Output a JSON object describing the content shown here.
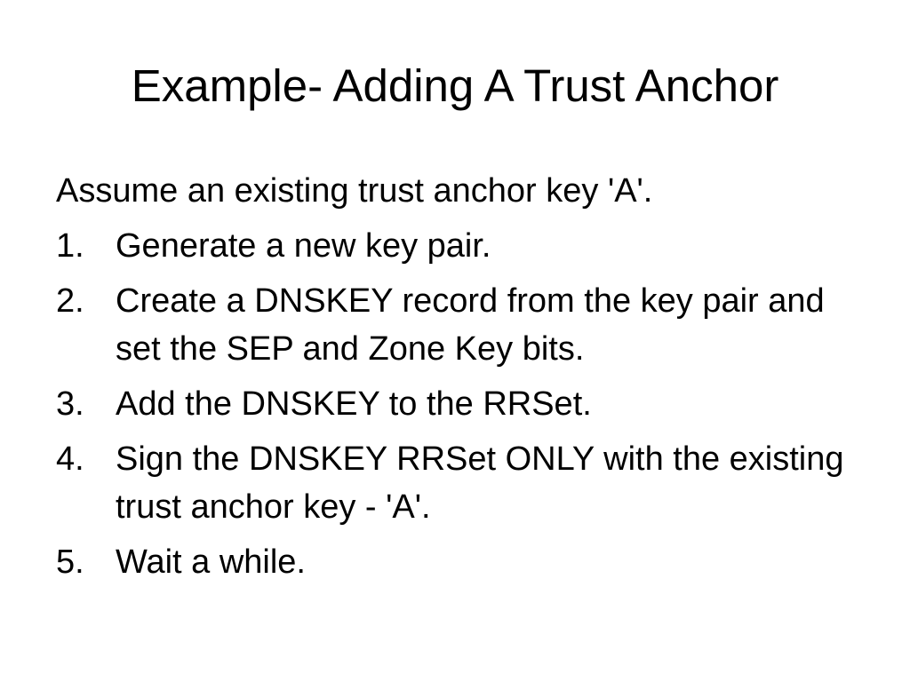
{
  "slide": {
    "title": "Example- Adding A Trust Anchor",
    "intro": "Assume an existing trust anchor key 'A'.",
    "steps": [
      {
        "num": "1.",
        "text": "Generate a new key pair."
      },
      {
        "num": "2.",
        "text": "Create a DNSKEY record from the key pair and set the SEP and Zone Key bits."
      },
      {
        "num": "3.",
        "text": "Add the DNSKEY to the RRSet."
      },
      {
        "num": "4.",
        "text": "Sign the DNSKEY RRSet ONLY with the existing trust anchor key - 'A'."
      },
      {
        "num": "5.",
        "text": "Wait a while."
      }
    ]
  }
}
